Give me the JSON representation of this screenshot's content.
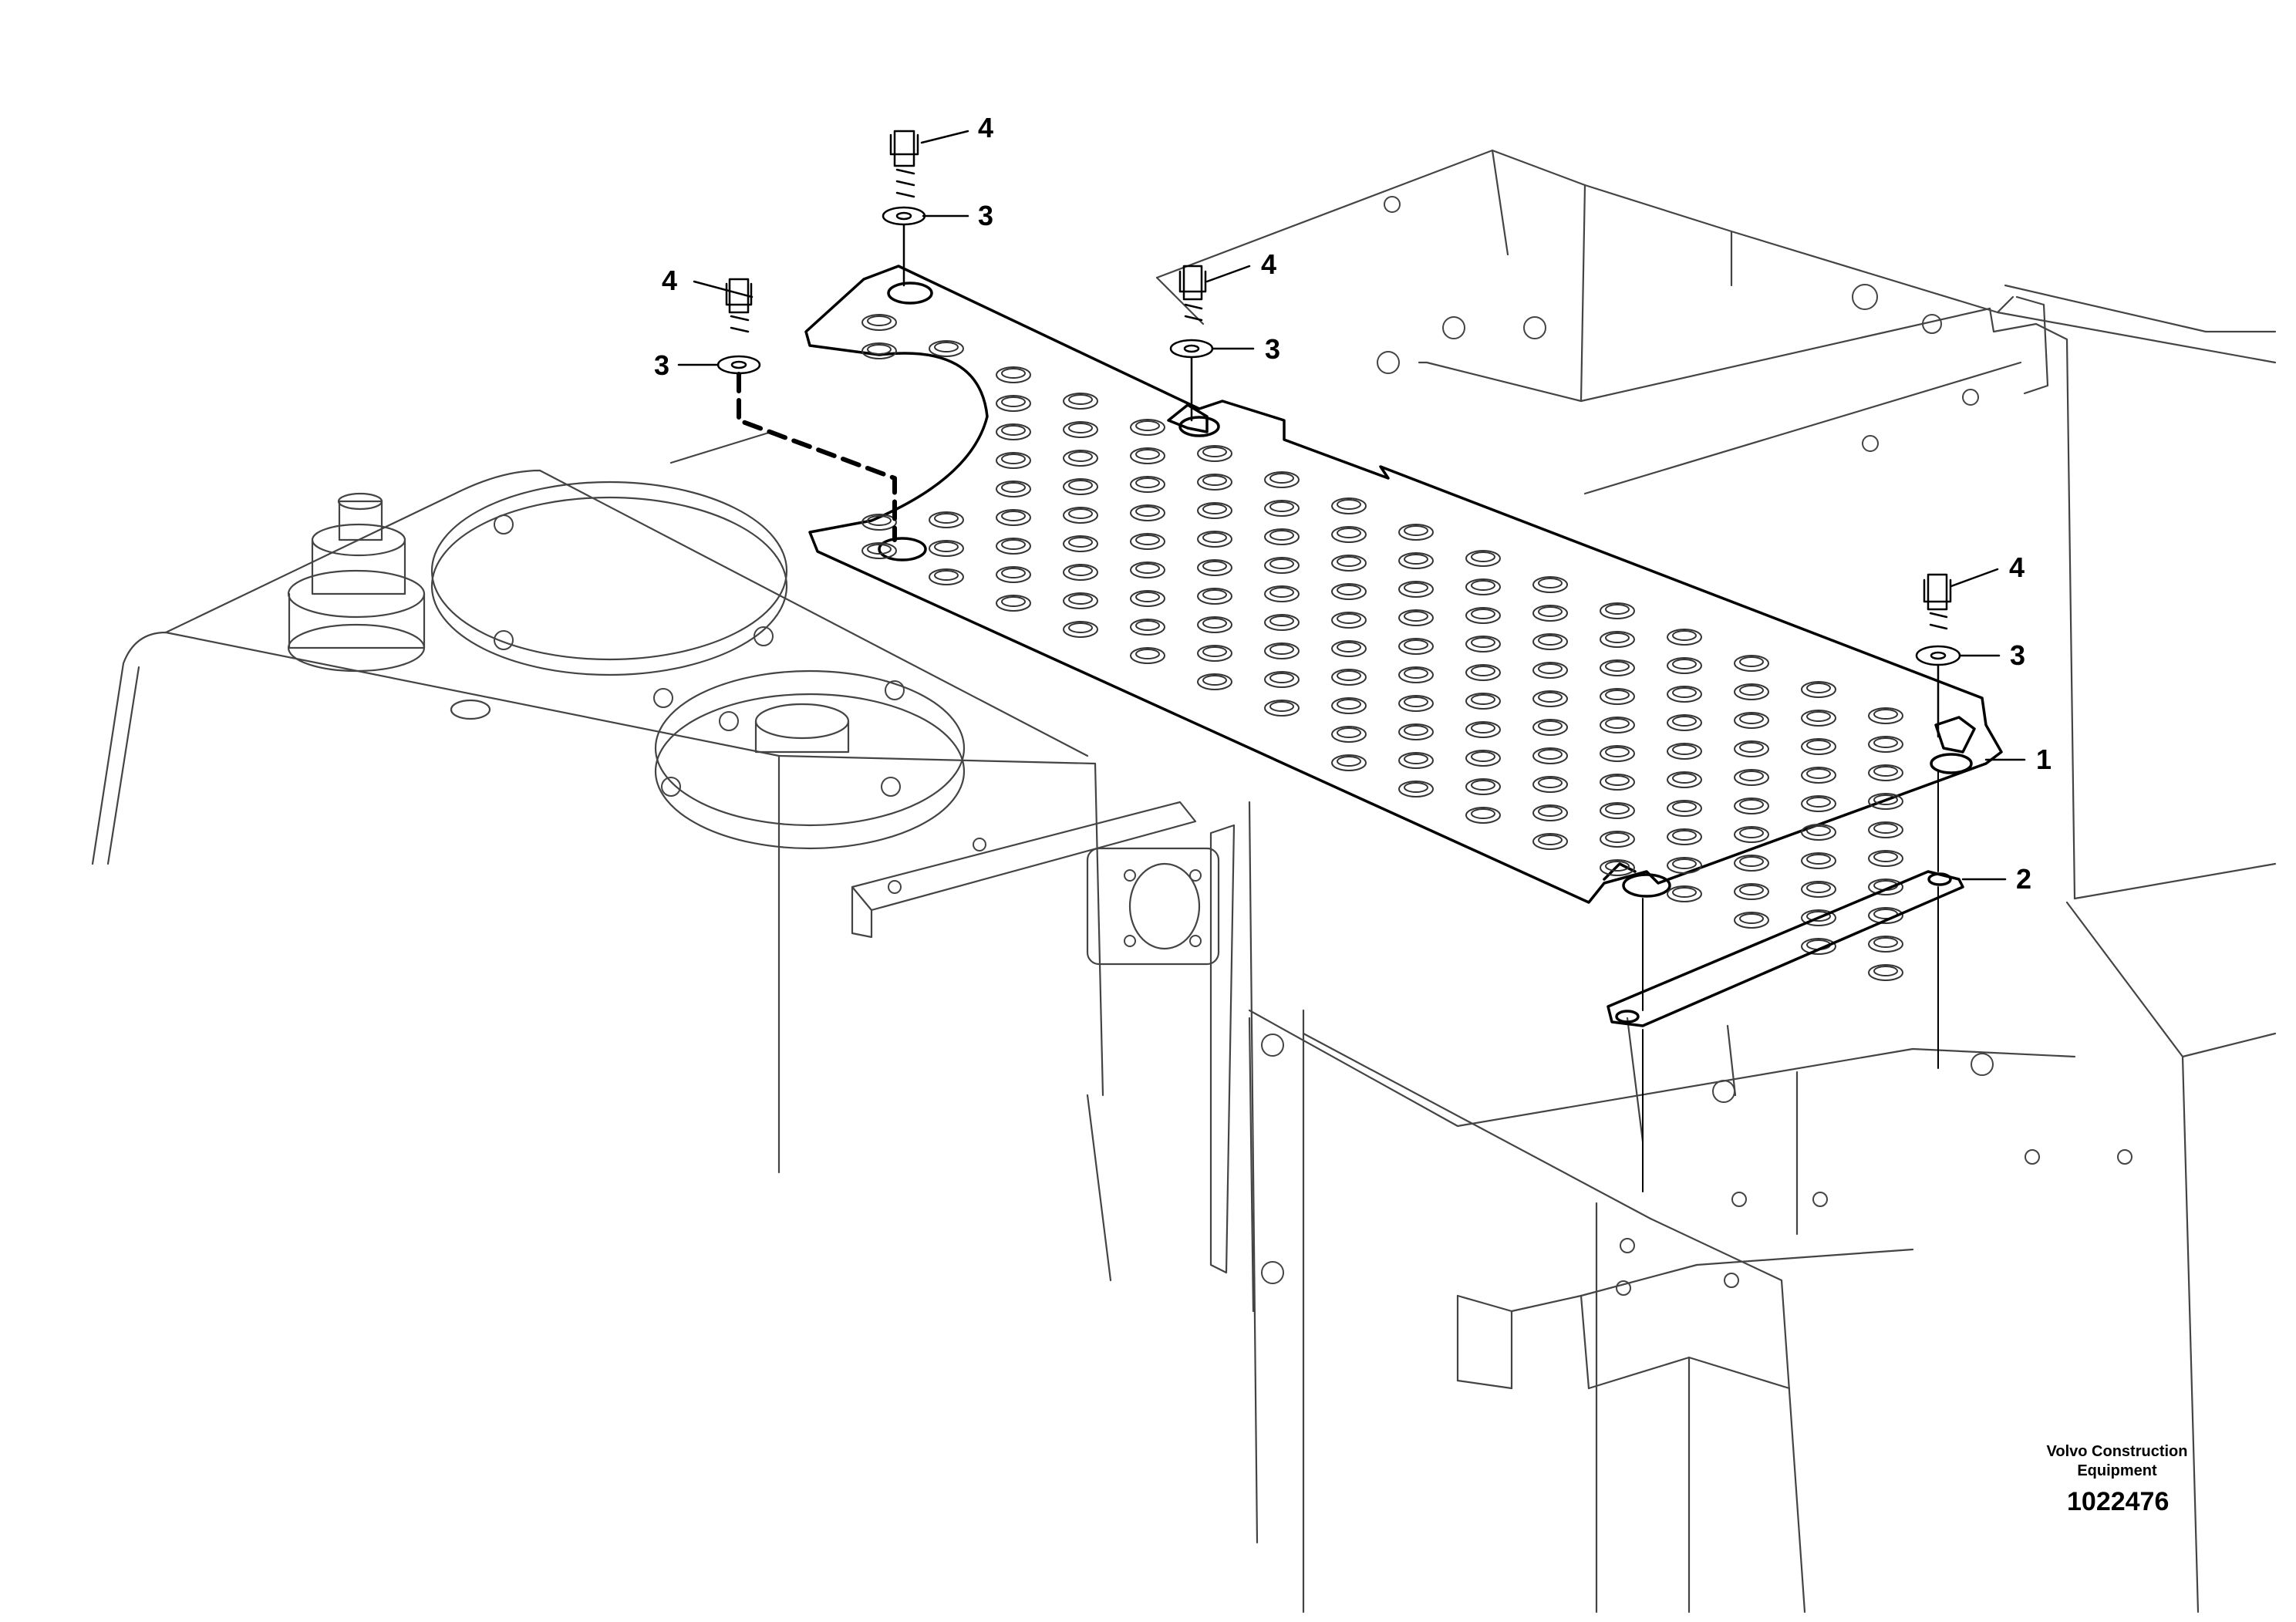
{
  "diagram": {
    "callouts": {
      "c1": "1",
      "c2": "2",
      "c3a": "3",
      "c3b": "3",
      "c3c": "3",
      "c3d": "3",
      "c4a": "4",
      "c4b": "4",
      "c4c": "4",
      "c4d": "4"
    },
    "brand_line1": "Volvo Construction",
    "brand_line2": "Equipment",
    "drawing_number": "1022476"
  },
  "colors": {
    "line": "#000000",
    "light_line": "#555555",
    "background": "#ffffff"
  }
}
